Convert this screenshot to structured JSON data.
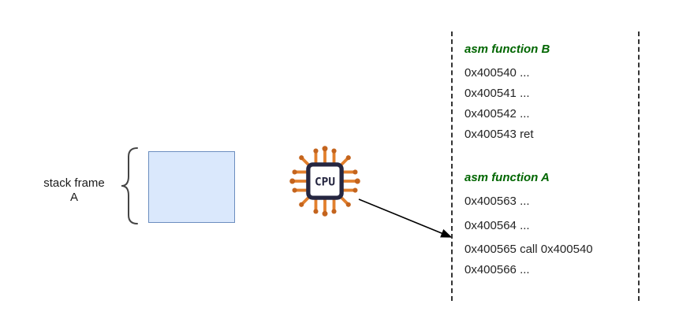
{
  "diagram": {
    "stack_frame": {
      "label": "stack frame",
      "sublabel": "A",
      "box_fill": "#dae8fc",
      "box_border": "#6c8ebf"
    },
    "cpu": {
      "label": "CPU",
      "pin_color": "#e2802e",
      "dot_color": "#c4641d",
      "body_color": "#252640"
    },
    "memory": {
      "title_color": "#006600",
      "function_b": {
        "title": "asm function B",
        "lines": [
          "0x400540 ...",
          "0x400541 ...",
          "0x400542 ...",
          "0x400543 ret"
        ]
      },
      "function_a": {
        "title": "asm function A",
        "lines": [
          "0x400563 ...",
          "0x400564 ...",
          "0x400565 call 0x400540",
          "0x400566 ..."
        ]
      }
    }
  }
}
